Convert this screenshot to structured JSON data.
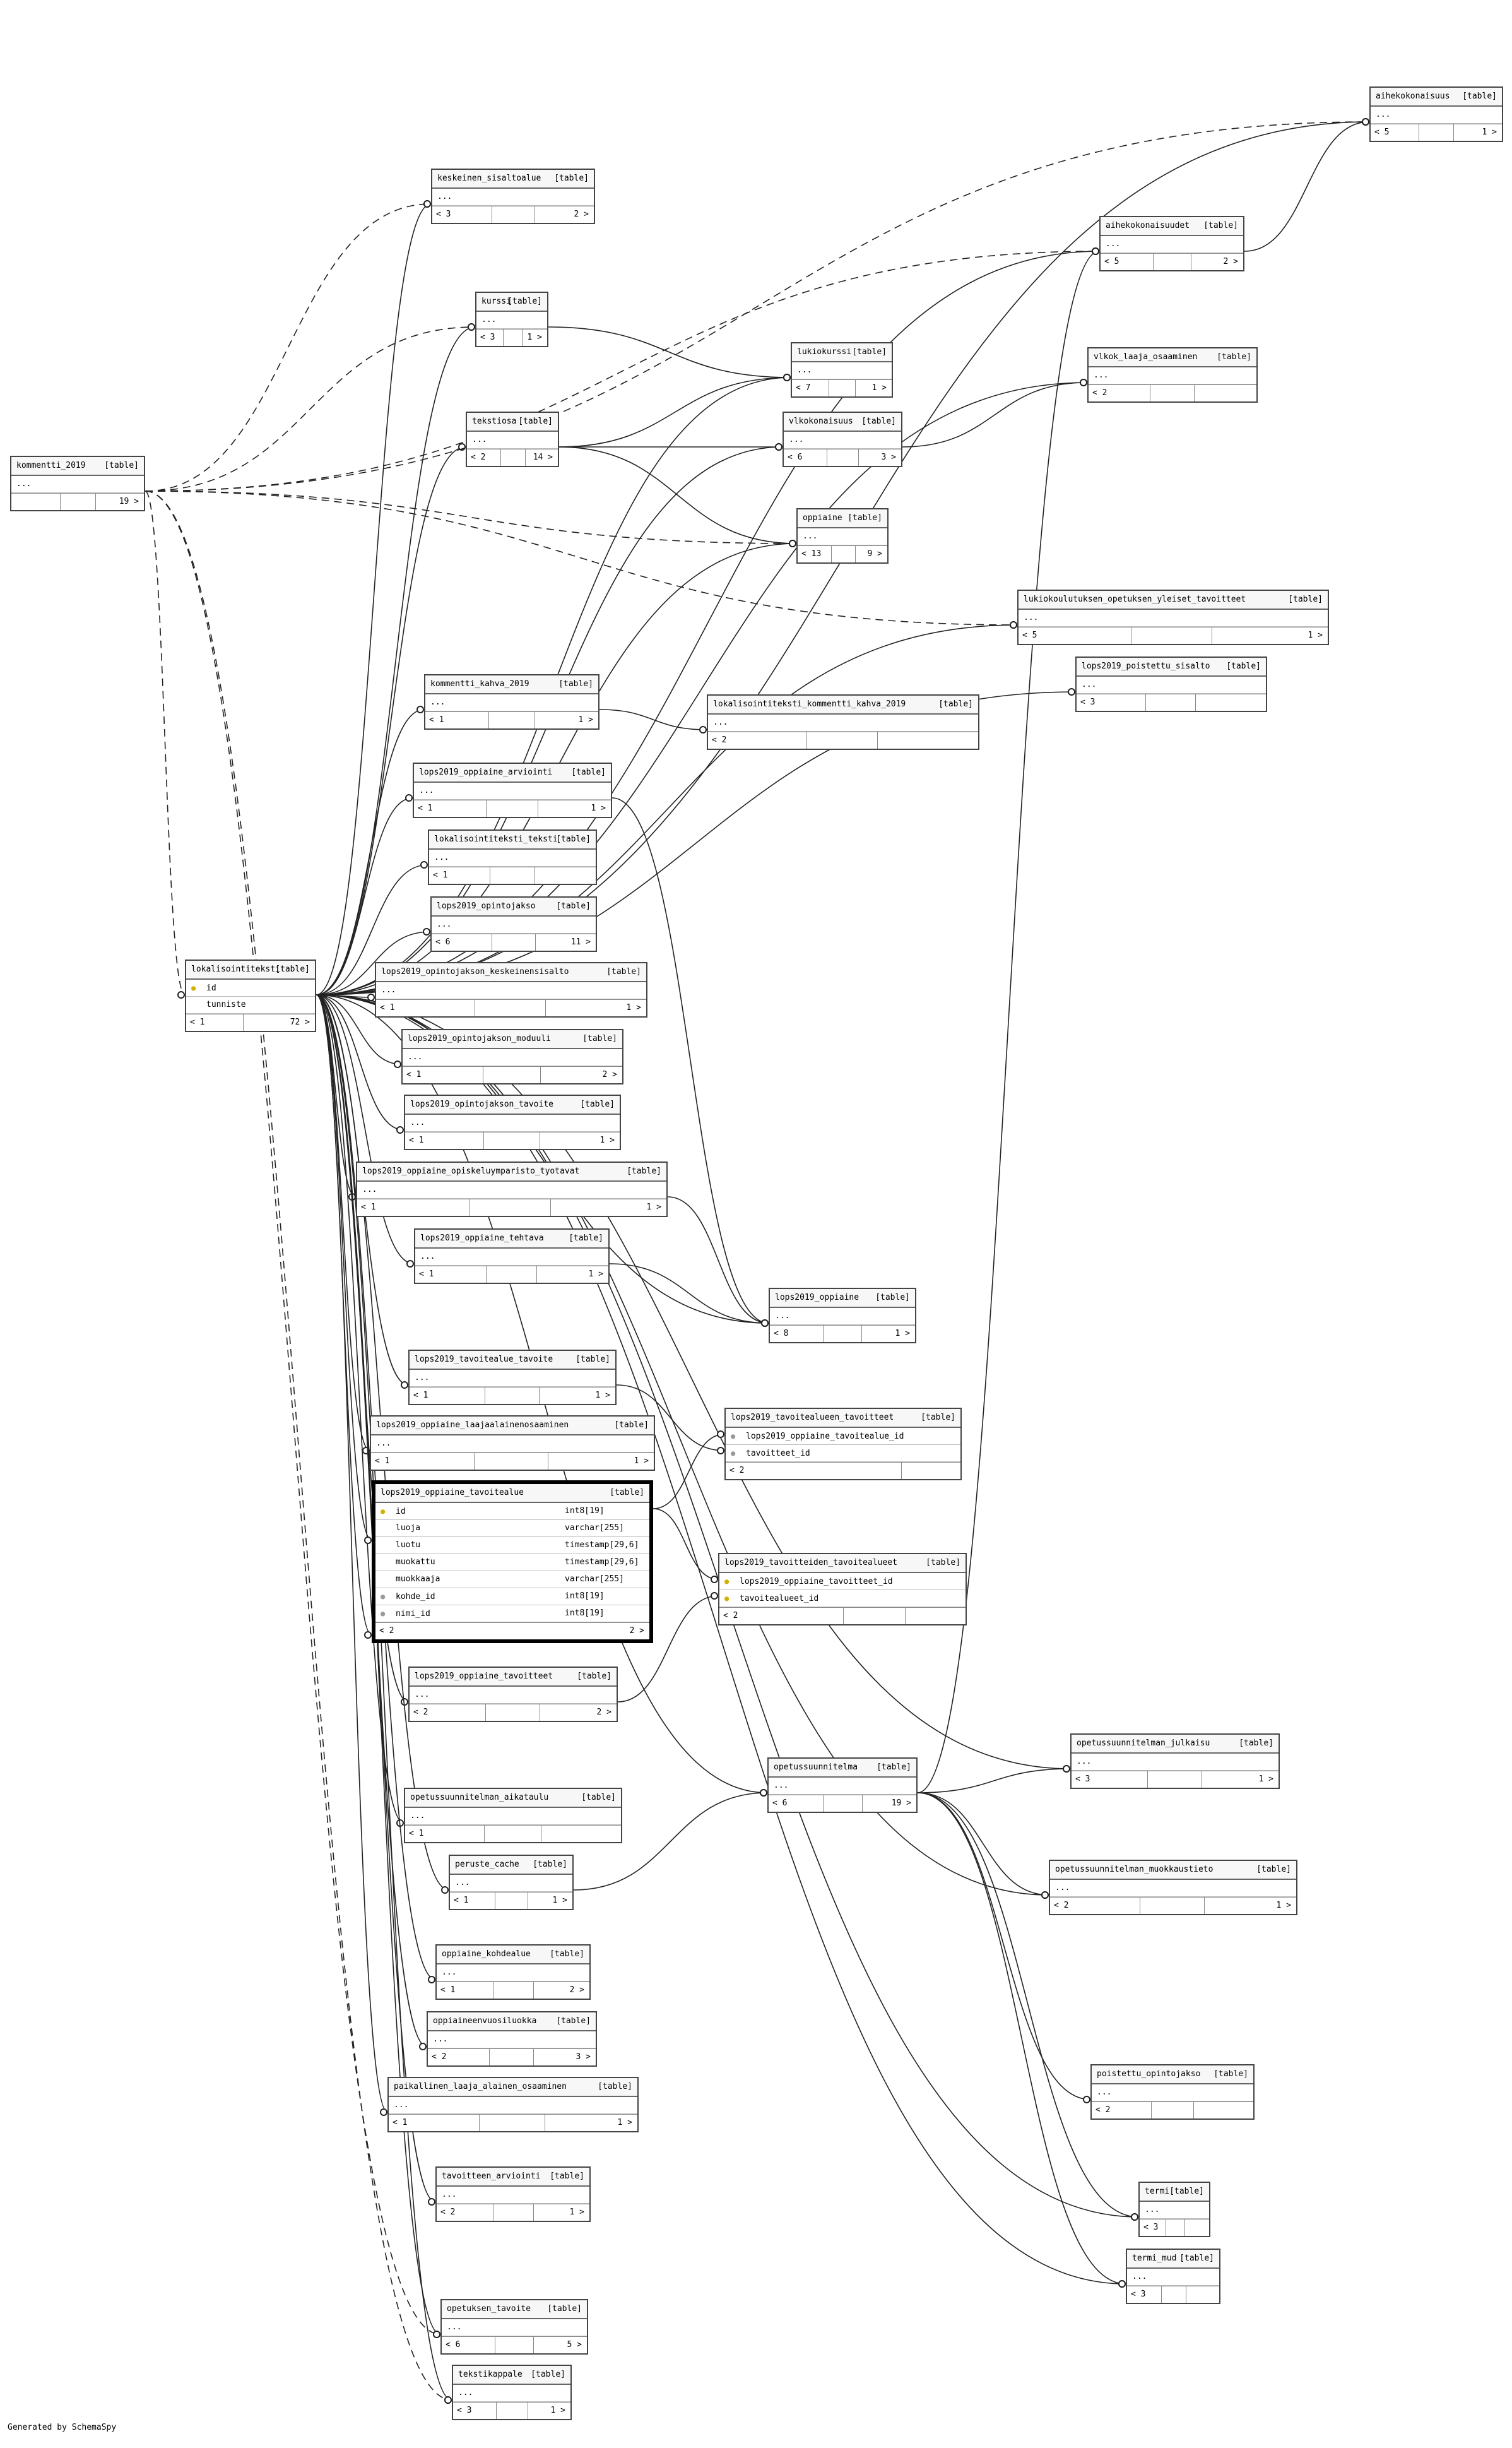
{
  "footer": "Generated by SchemaSpy",
  "table_type_label": "[table]",
  "more_label": "...",
  "focus_table": {
    "name": "lops2019_oppiaine_tavoitealue",
    "columns": [
      {
        "name": "id",
        "type": "int8[19]",
        "key": "pk"
      },
      {
        "name": "luoja",
        "type": "varchar[255]",
        "key": ""
      },
      {
        "name": "luotu",
        "type": "timestamp[29,6]",
        "key": ""
      },
      {
        "name": "muokattu",
        "type": "timestamp[29,6]",
        "key": ""
      },
      {
        "name": "muokkaaja",
        "type": "varchar[255]",
        "key": ""
      },
      {
        "name": "kohde_id",
        "type": "int8[19]",
        "key": "fk"
      },
      {
        "name": "nimi_id",
        "type": "int8[19]",
        "key": "fk"
      }
    ],
    "parents": "< 2",
    "children": "2 >"
  },
  "tables": [
    {
      "id": "aihekokonaisuus",
      "name": "aihekokonaisuus",
      "parents": "< 5",
      "children": "1 >"
    },
    {
      "id": "keskeinen_sisaltoalue",
      "name": "keskeinen_sisaltoalue",
      "parents": "< 3",
      "children": "2 >"
    },
    {
      "id": "aihekokonaisuudet",
      "name": "aihekokonaisuudet",
      "parents": "< 5",
      "children": "2 >"
    },
    {
      "id": "kurssi",
      "name": "kurssi",
      "parents": "< 3",
      "children": "1 >"
    },
    {
      "id": "lukiokurssi",
      "name": "lukiokurssi",
      "parents": "< 7",
      "children": "1 >"
    },
    {
      "id": "vlkok_laaja_osaaminen",
      "name": "vlkok_laaja_osaaminen",
      "parents": "< 2",
      "children": ""
    },
    {
      "id": "tekstiosa",
      "name": "tekstiosa",
      "parents": "< 2",
      "children": "14 >"
    },
    {
      "id": "vlkokonaisuus",
      "name": "vlkokonaisuus",
      "parents": "< 6",
      "children": "3 >"
    },
    {
      "id": "kommentti_2019",
      "name": "kommentti_2019",
      "parents": "",
      "children": "19 >"
    },
    {
      "id": "oppiaine",
      "name": "oppiaine",
      "parents": "< 13",
      "children": "9 >"
    },
    {
      "id": "lukiokoulutuksen",
      "name": "lukiokoulutuksen_opetuksen_yleiset_tavoitteet",
      "parents": "< 5",
      "children": "1 >"
    },
    {
      "id": "lops2019_poistettu_sisalto",
      "name": "lops2019_poistettu_sisalto",
      "parents": "< 3",
      "children": ""
    },
    {
      "id": "kommentti_kahva_2019",
      "name": "kommentti_kahva_2019",
      "parents": "< 1",
      "children": "1 >"
    },
    {
      "id": "lokalisointiteksti_kommentti_kahva_2019",
      "name": "lokalisointiteksti_kommentti_kahva_2019",
      "parents": "< 2",
      "children": ""
    },
    {
      "id": "lops2019_oppiaine_arviointi",
      "name": "lops2019_oppiaine_arviointi",
      "parents": "< 1",
      "children": "1 >"
    },
    {
      "id": "lokalisointiteksti_teksti",
      "name": "lokalisointiteksti_teksti",
      "parents": "< 1",
      "children": ""
    },
    {
      "id": "lops2019_opintojakso",
      "name": "lops2019_opintojakso",
      "parents": "< 6",
      "children": "11 >"
    },
    {
      "id": "lops2019_opintojakson_keskeinensisalto",
      "name": "lops2019_opintojakson_keskeinensisalto",
      "parents": "< 1",
      "children": "1 >"
    },
    {
      "id": "lops2019_opintojakson_moduuli",
      "name": "lops2019_opintojakson_moduuli",
      "parents": "< 1",
      "children": "2 >"
    },
    {
      "id": "lops2019_opintojakson_tavoite",
      "name": "lops2019_opintojakson_tavoite",
      "parents": "< 1",
      "children": "1 >"
    },
    {
      "id": "lops2019_oppiaine_opiskeluymparisto_tyotavat",
      "name": "lops2019_oppiaine_opiskeluymparisto_tyotavat",
      "parents": "< 1",
      "children": "1 >"
    },
    {
      "id": "lops2019_oppiaine_tehtava",
      "name": "lops2019_oppiaine_tehtava",
      "parents": "< 1",
      "children": "1 >"
    },
    {
      "id": "lops2019_oppiaine",
      "name": "lops2019_oppiaine",
      "parents": "< 8",
      "children": "1 >"
    },
    {
      "id": "lops2019_tavoitealue_tavoite",
      "name": "lops2019_tavoitealue_tavoite",
      "parents": "< 1",
      "children": "1 >"
    },
    {
      "id": "lops2019_oppiaine_laajaalainenosaaminen",
      "name": "lops2019_oppiaine_laajaalainenosaaminen",
      "parents": "< 1",
      "children": "1 >"
    },
    {
      "id": "lops2019_oppiaine_tavoitteet",
      "name": "lops2019_oppiaine_tavoitteet",
      "parents": "< 2",
      "children": "2 >"
    },
    {
      "id": "opetussuunnitelman_julkaisu",
      "name": "opetussuunnitelman_julkaisu",
      "parents": "< 3",
      "children": "1 >"
    },
    {
      "id": "opetussuunnitelma",
      "name": "opetussuunnitelma",
      "parents": "< 6",
      "children": "19 >"
    },
    {
      "id": "opetussuunnitelman_aikataulu",
      "name": "opetussuunnitelman_aikataulu",
      "parents": "< 1",
      "children": ""
    },
    {
      "id": "peruste_cache",
      "name": "peruste_cache",
      "parents": "< 1",
      "children": "1 >"
    },
    {
      "id": "opetussuunnitelman_muokkaustieto",
      "name": "opetussuunnitelman_muokkaustieto",
      "parents": "< 2",
      "children": "1 >"
    },
    {
      "id": "oppiaine_kohdealue",
      "name": "oppiaine_kohdealue",
      "parents": "< 1",
      "children": "2 >"
    },
    {
      "id": "oppiaineenvuosiluokka",
      "name": "oppiaineenvuosiluokka",
      "parents": "< 2",
      "children": "3 >"
    },
    {
      "id": "paikallinen_laaja_alainen_osaaminen",
      "name": "paikallinen_laaja_alainen_osaaminen",
      "parents": "< 1",
      "children": "1 >"
    },
    {
      "id": "poistettu_opintojakso",
      "name": "poistettu_opintojakso",
      "parents": "< 2",
      "children": ""
    },
    {
      "id": "tavoitteen_arviointi",
      "name": "tavoitteen_arviointi",
      "parents": "< 2",
      "children": "1 >"
    },
    {
      "id": "termi",
      "name": "termi",
      "parents": "< 3",
      "children": ""
    },
    {
      "id": "termi_mud",
      "name": "termi_mud",
      "parents": "< 3",
      "children": ""
    },
    {
      "id": "opetuksen_tavoite",
      "name": "opetuksen_tavoite",
      "parents": "< 6",
      "children": "5 >"
    },
    {
      "id": "tekstikappale",
      "name": "tekstikappale",
      "parents": "< 3",
      "children": "1 >"
    }
  ],
  "lokalisointiteksti": {
    "name": "lokalisointiteksti",
    "columns": [
      {
        "name": "id",
        "key": "pk"
      },
      {
        "name": "tunniste",
        "key": ""
      }
    ],
    "parents": "< 1",
    "children": "72 >"
  },
  "lops2019_tavoitealueen_tavoitteet": {
    "name": "lops2019_tavoitealueen_tavoitteet",
    "columns": [
      {
        "name": "lops2019_oppiaine_tavoitealue_id",
        "key": "fk"
      },
      {
        "name": "tavoitteet_id",
        "key": "fk"
      }
    ],
    "parents": "< 2",
    "children": ""
  },
  "lops2019_tavoitteiden_tavoitealueet": {
    "name": "lops2019_tavoitteiden_tavoitealueet",
    "columns": [
      {
        "name": "lops2019_oppiaine_tavoitteet_id",
        "key": "pk"
      },
      {
        "name": "tavoitealueet_id",
        "key": "pk"
      }
    ],
    "parents": "< 2",
    "children": ""
  }
}
